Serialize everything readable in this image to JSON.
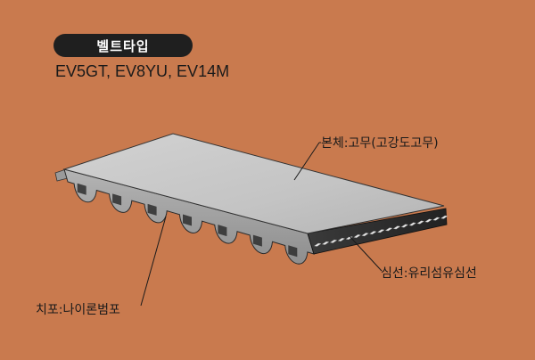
{
  "header": {
    "badge": "벨트타입",
    "types": "EV5GT, EV8YU, EV14M"
  },
  "labels": {
    "body": "본체:고무(고강도고무)",
    "cord": "심선:유리섬유심선",
    "cloth": "치포:나이론범포"
  },
  "colors": {
    "background": "#c97a4e",
    "belt_top": "#c8c8c8",
    "belt_side": "#a8a8a8",
    "belt_dark": "#2a2a2a",
    "badge": "#1f1f1f"
  }
}
